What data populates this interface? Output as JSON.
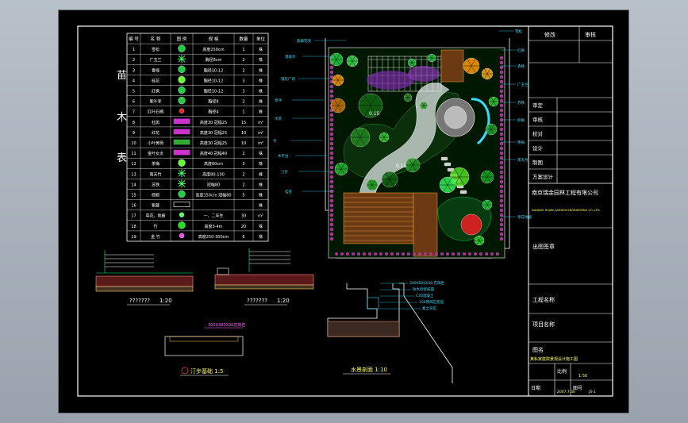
{
  "table": {
    "vertical_title": [
      "苗",
      "木",
      "表"
    ],
    "headers": [
      "编 号",
      "名 称",
      "图 例",
      "规 格",
      "数量",
      "单位"
    ],
    "rows": [
      {
        "no": "1",
        "name": "雪松",
        "spec": "高度250cm",
        "qty": "1",
        "unit": "株",
        "sym": "tree-green"
      },
      {
        "no": "2",
        "name": "广玉兰",
        "spec": "胸径8cm",
        "qty": "2",
        "unit": "株",
        "sym": "star-green"
      },
      {
        "no": "3",
        "name": "香樟",
        "spec": "胸径10-12",
        "qty": "2",
        "unit": "株",
        "sym": "tree-green"
      },
      {
        "no": "4",
        "name": "桂花",
        "spec": "胸径10-12",
        "qty": "3",
        "unit": "株",
        "sym": "blob-green"
      },
      {
        "no": "5",
        "name": "红枫",
        "spec": "胸径10-12",
        "qty": "3",
        "unit": "株",
        "sym": "tree-green"
      },
      {
        "no": "6",
        "name": "紫叶李",
        "spec": "胸径8",
        "qty": "2",
        "unit": "株",
        "sym": "tree-green"
      },
      {
        "no": "7",
        "name": "红叶石楠",
        "spec": "胸径4",
        "qty": "1",
        "unit": "株",
        "sym": "dot-red"
      },
      {
        "no": "8",
        "name": "杜鹃",
        "spec": "高度30 冠幅25",
        "qty": "15",
        "unit": "m²",
        "sym": "hedge-magenta"
      },
      {
        "no": "9",
        "name": "红花",
        "spec": "高度30 冠幅25",
        "qty": "10",
        "unit": "m²",
        "sym": "hedge-magenta"
      },
      {
        "no": "10",
        "name": "小叶黄杨",
        "spec": "高度30 冠幅25",
        "qty": "10",
        "unit": "m²",
        "sym": "hedge-green"
      },
      {
        "no": "11",
        "name": "金叶女贞",
        "spec": "高度40 冠幅40",
        "qty": "2",
        "unit": "株",
        "sym": "hedge-magenta"
      },
      {
        "no": "12",
        "name": "茶梅",
        "spec": "高度60cm",
        "qty": "3",
        "unit": "株",
        "sym": "blob-green"
      },
      {
        "no": "13",
        "name": "南天竹",
        "spec": "高度80-100",
        "qty": "2",
        "unit": "株",
        "sym": "star-green"
      },
      {
        "no": "14",
        "name": "苏铁",
        "spec": "冠幅80",
        "qty": "2",
        "unit": "株",
        "sym": "star-green"
      },
      {
        "no": "15",
        "name": "棕榈",
        "spec": "高度150cm 冠幅80",
        "qty": "5",
        "unit": "株",
        "sym": "tree-green"
      },
      {
        "no": "16",
        "name": "紫藤",
        "spec": "",
        "qty": "",
        "unit": "株",
        "sym": "vine-white"
      },
      {
        "no": "17",
        "name": "草花、地被",
        "spec": "一、二年生",
        "qty": "30",
        "unit": "m²",
        "sym": "dot-green"
      },
      {
        "no": "18",
        "name": "竹",
        "spec": "高度3-4m",
        "qty": "20",
        "unit": "株",
        "sym": "bamboo-green"
      },
      {
        "no": "19",
        "name": "金 竹",
        "spec": "高度250-300cm",
        "qty": "6",
        "unit": "株",
        "sym": "dot-magenta"
      }
    ]
  },
  "details": {
    "left_title": "???????",
    "left_scale": "1:20",
    "mid_title": "???????",
    "mid_scale": "1:20",
    "path_title": "汀步基础 1:5",
    "water_title": "水景剖面 1:10",
    "path_note": "300X300X30花岗岩",
    "water_notes": [
      "500X500X30 花岗岩",
      "防水砂浆抹面",
      "C20混凝土",
      "100厚碎石垫层",
      "素土夯实"
    ]
  },
  "plan": {
    "labels": [
      "紫藤花架",
      "景观亭",
      "铺装广场",
      "草坪",
      "水景",
      "竹",
      "木平台",
      "汀步",
      "桂花",
      "雪松",
      "红枫",
      "香樟",
      "广玉兰",
      "苏铁",
      "棕榈",
      "茶梅",
      "南天竹",
      "草花地被"
    ],
    "elevations": [
      "0.15",
      "0.15"
    ]
  },
  "title_block": {
    "revision": "修改",
    "review_top": "审核",
    "rows": [
      "审定",
      "审核",
      "校对",
      "设计",
      "制图",
      "方案设计"
    ],
    "company": "南京瑞金园林工程有限公司",
    "company_en": "NANJING RUIJIN GARDEN ENGINEERING CO.,LTD",
    "issue": "出图签章",
    "project_name": "工程名称",
    "item_name": "项目名称",
    "drawing_name": "图名",
    "drawing_title": "某私家庭院景观设计施工图",
    "scale_label": "比例",
    "scale_value": "1:50",
    "date_label": "日期",
    "date_value": "2007.7.30",
    "sheet_label": "图号",
    "sheet_value": "JS-1"
  }
}
